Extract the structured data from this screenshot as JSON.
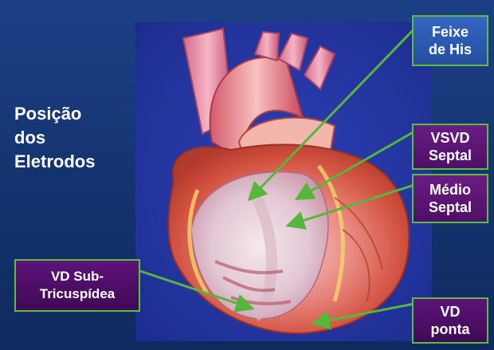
{
  "title": "Posição\ndos\nEletrodos",
  "labels": {
    "feixe_his": "Feixe\nde His",
    "vsvd_septal": "VSVD\nSeptal",
    "medio_septal": "Médio\nSeptal",
    "vd_sub_tricuspidea": "VD Sub-\nTricuspídea",
    "vd_ponta": "VD\nponta"
  },
  "colors": {
    "background": "#153572",
    "heart_panel": "#2435a0",
    "arrow_green": "#55b83a",
    "label_border": "#5bbf3a",
    "label_blue": "#2f5db6",
    "label_purple": "#5a1677"
  }
}
